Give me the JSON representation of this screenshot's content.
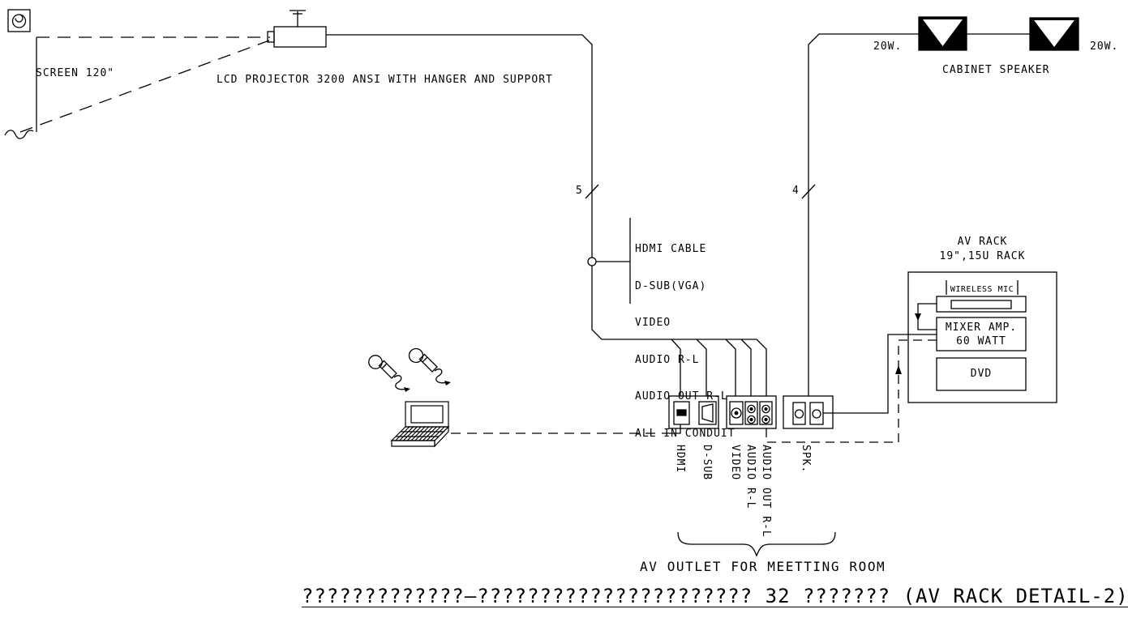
{
  "screen": {
    "label": "SCREEN 120\""
  },
  "projector": {
    "label": "LCD PROJECTOR 3200 ANSI WITH HANGER AND SUPPORT"
  },
  "speakers": {
    "left_watt": "20W.",
    "right_watt": "20W.",
    "label": "CABINET SPEAKER"
  },
  "cables": {
    "projector_run_count": "5",
    "speaker_run_count": "4",
    "list": [
      "HDMI CABLE",
      "D-SUB(VGA)",
      "VIDEO",
      "AUDIO R-L",
      "AUDIO OUT R-L",
      "ALL IN CONDUIT"
    ]
  },
  "rack": {
    "title_line1": "AV RACK",
    "title_line2": "19\",15U RACK",
    "wireless_mic_label": "WIRELESS MIC",
    "mixer_line1": "MIXER AMP.",
    "mixer_line2": "60 WATT",
    "dvd_label": "DVD"
  },
  "outlets": {
    "labels": [
      "HDMI",
      "D-SUB",
      "VIDEO",
      "AUDIO R-L",
      "AUDIO OUT R-L",
      "SPK."
    ],
    "caption": "AV OUTLET FOR MEETTING ROOM"
  },
  "title_block": {
    "text": "?????????????–?????????????????????? 32 ??????? (AV RACK DETAIL-2)"
  }
}
